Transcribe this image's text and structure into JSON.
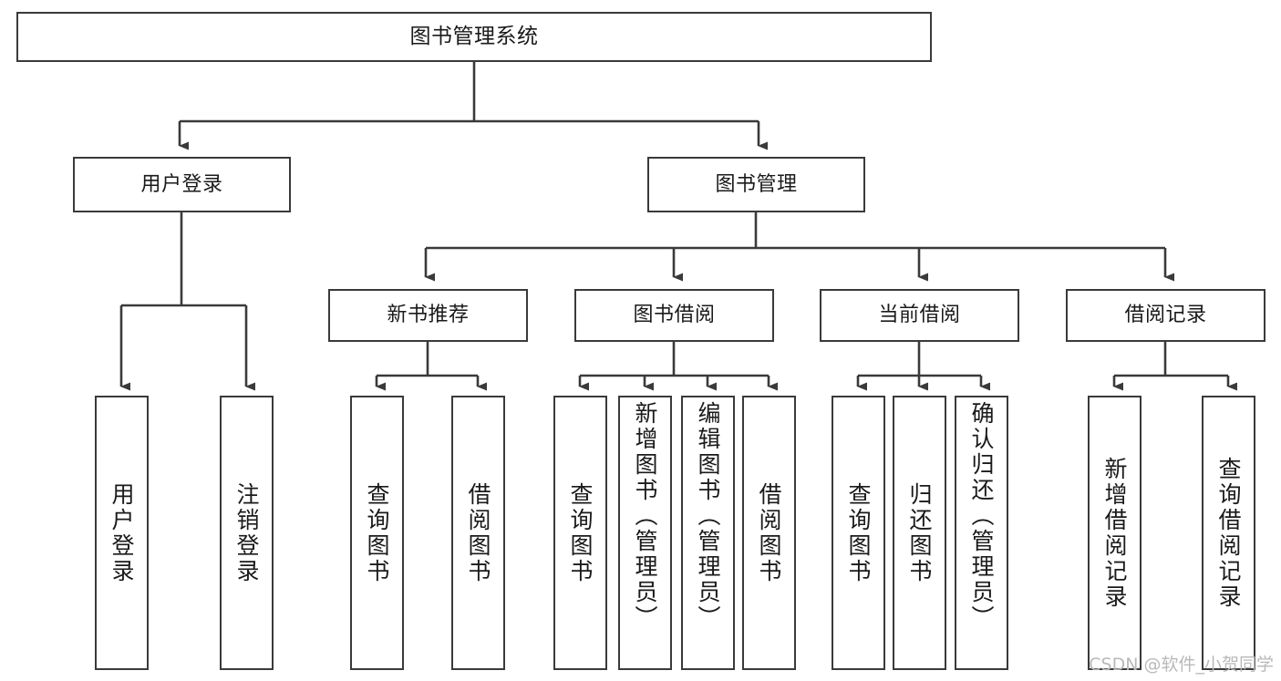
{
  "diagram": {
    "title": "图书管理系统",
    "type": "tree",
    "line_color": "#3a3a3a",
    "box_fill": "#ffffff",
    "text_color": "#1a1a1a"
  },
  "root": {
    "label": "图书管理系统"
  },
  "level2": [
    {
      "label": "用户登录"
    },
    {
      "label": "图书管理"
    }
  ],
  "level3": [
    {
      "label": "新书推荐"
    },
    {
      "label": "图书借阅"
    },
    {
      "label": "当前借阅"
    },
    {
      "label": "借阅记录"
    }
  ],
  "leaves": {
    "user_login": [
      {
        "label": "用户登录"
      },
      {
        "label": "注销登录"
      }
    ],
    "new_book": [
      {
        "label": "查询图书"
      },
      {
        "label": "借阅图书"
      }
    ],
    "book_borrow": [
      {
        "label": "查询图书"
      },
      {
        "label": "新增图书（管理员）"
      },
      {
        "label": "编辑图书（管理员）"
      },
      {
        "label": "借阅图书"
      }
    ],
    "current_borrow": [
      {
        "label": "查询图书"
      },
      {
        "label": "归还图书"
      },
      {
        "label": "确认归还（管理员）"
      }
    ],
    "borrow_record": [
      {
        "label": "新增借阅记录"
      },
      {
        "label": "查询借阅记录"
      }
    ]
  },
  "watermark": {
    "text": "CSDN @软件_小贺同学"
  }
}
